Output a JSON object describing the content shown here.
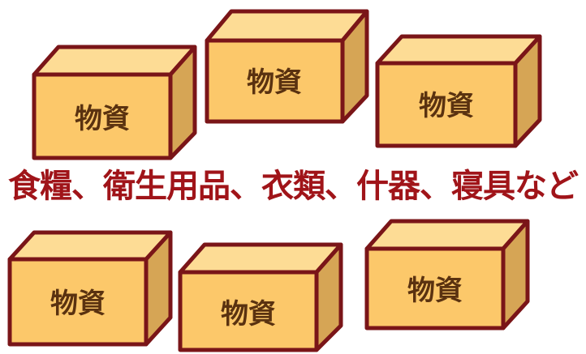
{
  "boxes": [
    {
      "label": "物資"
    },
    {
      "label": "物資"
    },
    {
      "label": "物資"
    },
    {
      "label": "物資"
    },
    {
      "label": "物資"
    },
    {
      "label": "物資"
    }
  ],
  "caption": "食糧、衛生用品、衣類、什器、寝具など",
  "colors": {
    "box_front": "#fcc86a",
    "box_top": "#fddc95",
    "box_side": "#d6a555",
    "box_outline": "#7a1518",
    "label_text": "#5a3210",
    "caption_text": "#a01419"
  }
}
